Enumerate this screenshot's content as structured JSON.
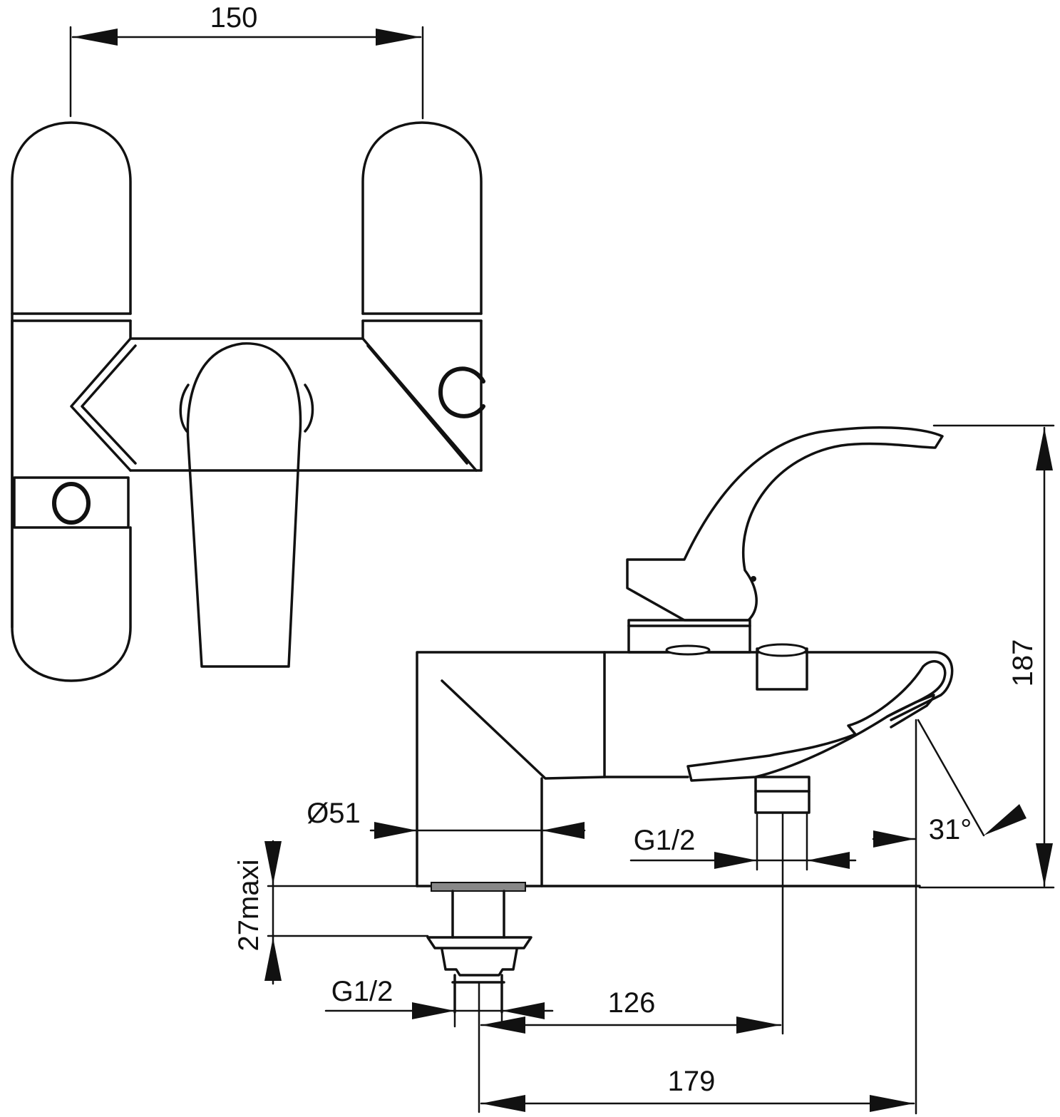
{
  "dimensions": {
    "width_150": "150",
    "height_187": "187",
    "diameter_51": "Ø51",
    "thread_upper": "G1/2",
    "angle_31": "31°",
    "mount_27": "27maxi",
    "thread_lower": "G1/2",
    "len_126": "126",
    "len_179": "179"
  },
  "markings": {
    "cold": "C",
    "hot": "O"
  },
  "colors": {
    "line": "#111111",
    "background": "#ffffff"
  }
}
